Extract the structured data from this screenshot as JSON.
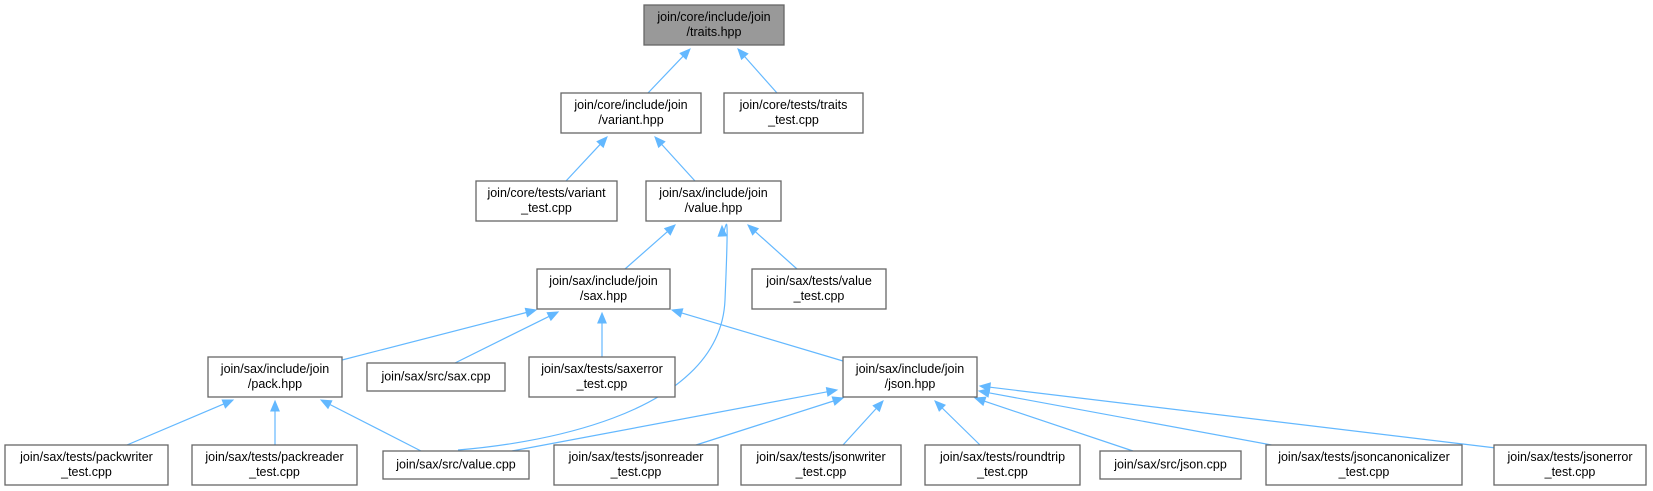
{
  "nodes": [
    {
      "id": "traits",
      "lines": [
        "join/core/include/join",
        "/traits.hpp"
      ],
      "root": true
    },
    {
      "id": "variant",
      "lines": [
        "join/core/include/join",
        "/variant.hpp"
      ]
    },
    {
      "id": "traits_test",
      "lines": [
        "join/core/tests/traits",
        "_test.cpp"
      ]
    },
    {
      "id": "variant_test",
      "lines": [
        "join/core/tests/variant",
        "_test.cpp"
      ]
    },
    {
      "id": "value",
      "lines": [
        "join/sax/include/join",
        "/value.hpp"
      ]
    },
    {
      "id": "sax",
      "lines": [
        "join/sax/include/join",
        "/sax.hpp"
      ]
    },
    {
      "id": "value_test",
      "lines": [
        "join/sax/tests/value",
        "_test.cpp"
      ]
    },
    {
      "id": "pack",
      "lines": [
        "join/sax/include/join",
        "/pack.hpp"
      ]
    },
    {
      "id": "sax_cpp",
      "lines": [
        "join/sax/src/sax.cpp"
      ]
    },
    {
      "id": "saxerror_test",
      "lines": [
        "join/sax/tests/saxerror",
        "_test.cpp"
      ]
    },
    {
      "id": "json",
      "lines": [
        "join/sax/include/join",
        "/json.hpp"
      ]
    },
    {
      "id": "packwriter_test",
      "lines": [
        "join/sax/tests/packwriter",
        "_test.cpp"
      ]
    },
    {
      "id": "packreader_test",
      "lines": [
        "join/sax/tests/packreader",
        "_test.cpp"
      ]
    },
    {
      "id": "value_cpp",
      "lines": [
        "join/sax/src/value.cpp"
      ]
    },
    {
      "id": "jsonreader_test",
      "lines": [
        "join/sax/tests/jsonreader",
        "_test.cpp"
      ]
    },
    {
      "id": "jsonwriter_test",
      "lines": [
        "join/sax/tests/jsonwriter",
        "_test.cpp"
      ]
    },
    {
      "id": "roundtrip_test",
      "lines": [
        "join/sax/tests/roundtrip",
        "_test.cpp"
      ]
    },
    {
      "id": "json_cpp",
      "lines": [
        "join/sax/src/json.cpp"
      ]
    },
    {
      "id": "jsoncanonicalizer_test",
      "lines": [
        "join/sax/tests/jsoncanonicalizer",
        "_test.cpp"
      ]
    },
    {
      "id": "jsonerror_test",
      "lines": [
        "join/sax/tests/jsonerror",
        "_test.cpp"
      ]
    }
  ],
  "edges": [
    {
      "from": "variant",
      "to": "traits"
    },
    {
      "from": "traits_test",
      "to": "traits"
    },
    {
      "from": "variant_test",
      "to": "variant"
    },
    {
      "from": "value",
      "to": "variant"
    },
    {
      "from": "sax",
      "to": "value"
    },
    {
      "from": "value_cpp",
      "to": "value"
    },
    {
      "from": "value_test",
      "to": "value"
    },
    {
      "from": "pack",
      "to": "sax"
    },
    {
      "from": "sax_cpp",
      "to": "sax"
    },
    {
      "from": "saxerror_test",
      "to": "sax"
    },
    {
      "from": "json",
      "to": "sax"
    },
    {
      "from": "packwriter_test",
      "to": "pack"
    },
    {
      "from": "packreader_test",
      "to": "pack"
    },
    {
      "from": "value_cpp",
      "to": "pack"
    },
    {
      "from": "value_cpp",
      "to": "json"
    },
    {
      "from": "jsonreader_test",
      "to": "json"
    },
    {
      "from": "jsonwriter_test",
      "to": "json"
    },
    {
      "from": "roundtrip_test",
      "to": "json"
    },
    {
      "from": "json_cpp",
      "to": "json"
    },
    {
      "from": "jsoncanonicalizer_test",
      "to": "json"
    },
    {
      "from": "jsonerror_test",
      "to": "json"
    }
  ],
  "colors": {
    "edge": "#63b8ff",
    "root_fill": "#999999",
    "node_fill": "#ffffff",
    "border": "#666666"
  }
}
